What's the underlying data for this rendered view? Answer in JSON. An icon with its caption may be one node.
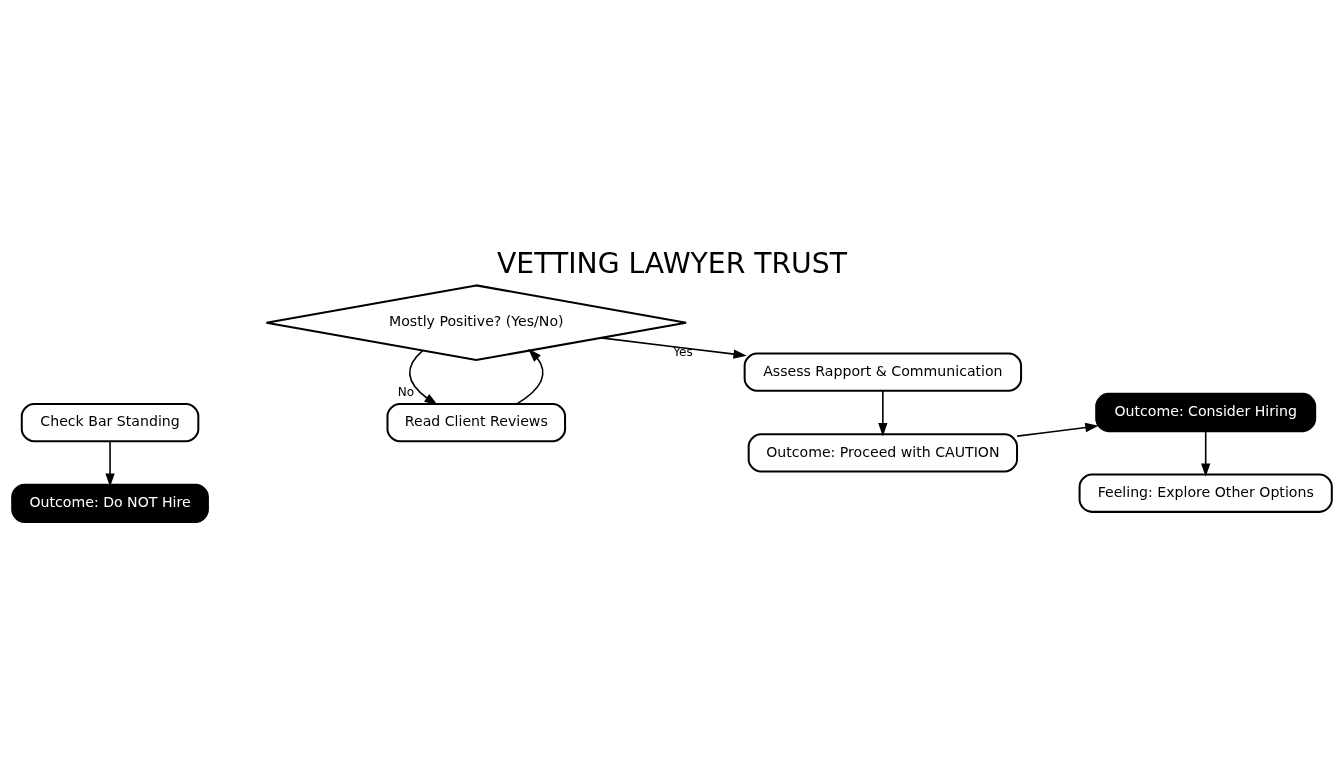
{
  "diagram": {
    "title": "VETTING LAWYER TRUST",
    "nodes": [
      {
        "text": [
          "Check Bar Standing"
        ]
      },
      {
        "text": [
          "Outcome: Do NOT Hire"
        ]
      },
      {
        "text": [
          "Read Client Reviews"
        ]
      },
      {
        "text": [
          "Mostly Positive? (Yes/No)"
        ]
      },
      {
        "text": [
          "Assess Rapport & Communication"
        ]
      },
      {
        "text": [
          "Outcome: Proceed with CAUTION"
        ]
      },
      {
        "text": [
          "Outcome: Consider Hiring"
        ]
      },
      {
        "text": [
          "Feeling: Explore Other Options"
        ]
      }
    ],
    "edges": [
      {
        "from": 0,
        "to": 1,
        "arrow": "to"
      },
      {
        "from": 2,
        "to": 3,
        "arrow": "to"
      },
      {
        "from": 3,
        "to": 2,
        "arrow": "to",
        "label": "No"
      },
      {
        "from": 3,
        "to": 4,
        "arrow": "to",
        "label": "Yes"
      },
      {
        "from": 4,
        "to": 5,
        "arrow": "to"
      },
      {
        "from": 5,
        "to": 6,
        "arrow": "to"
      },
      {
        "from": 6,
        "to": 7,
        "arrow": "to"
      }
    ]
  }
}
